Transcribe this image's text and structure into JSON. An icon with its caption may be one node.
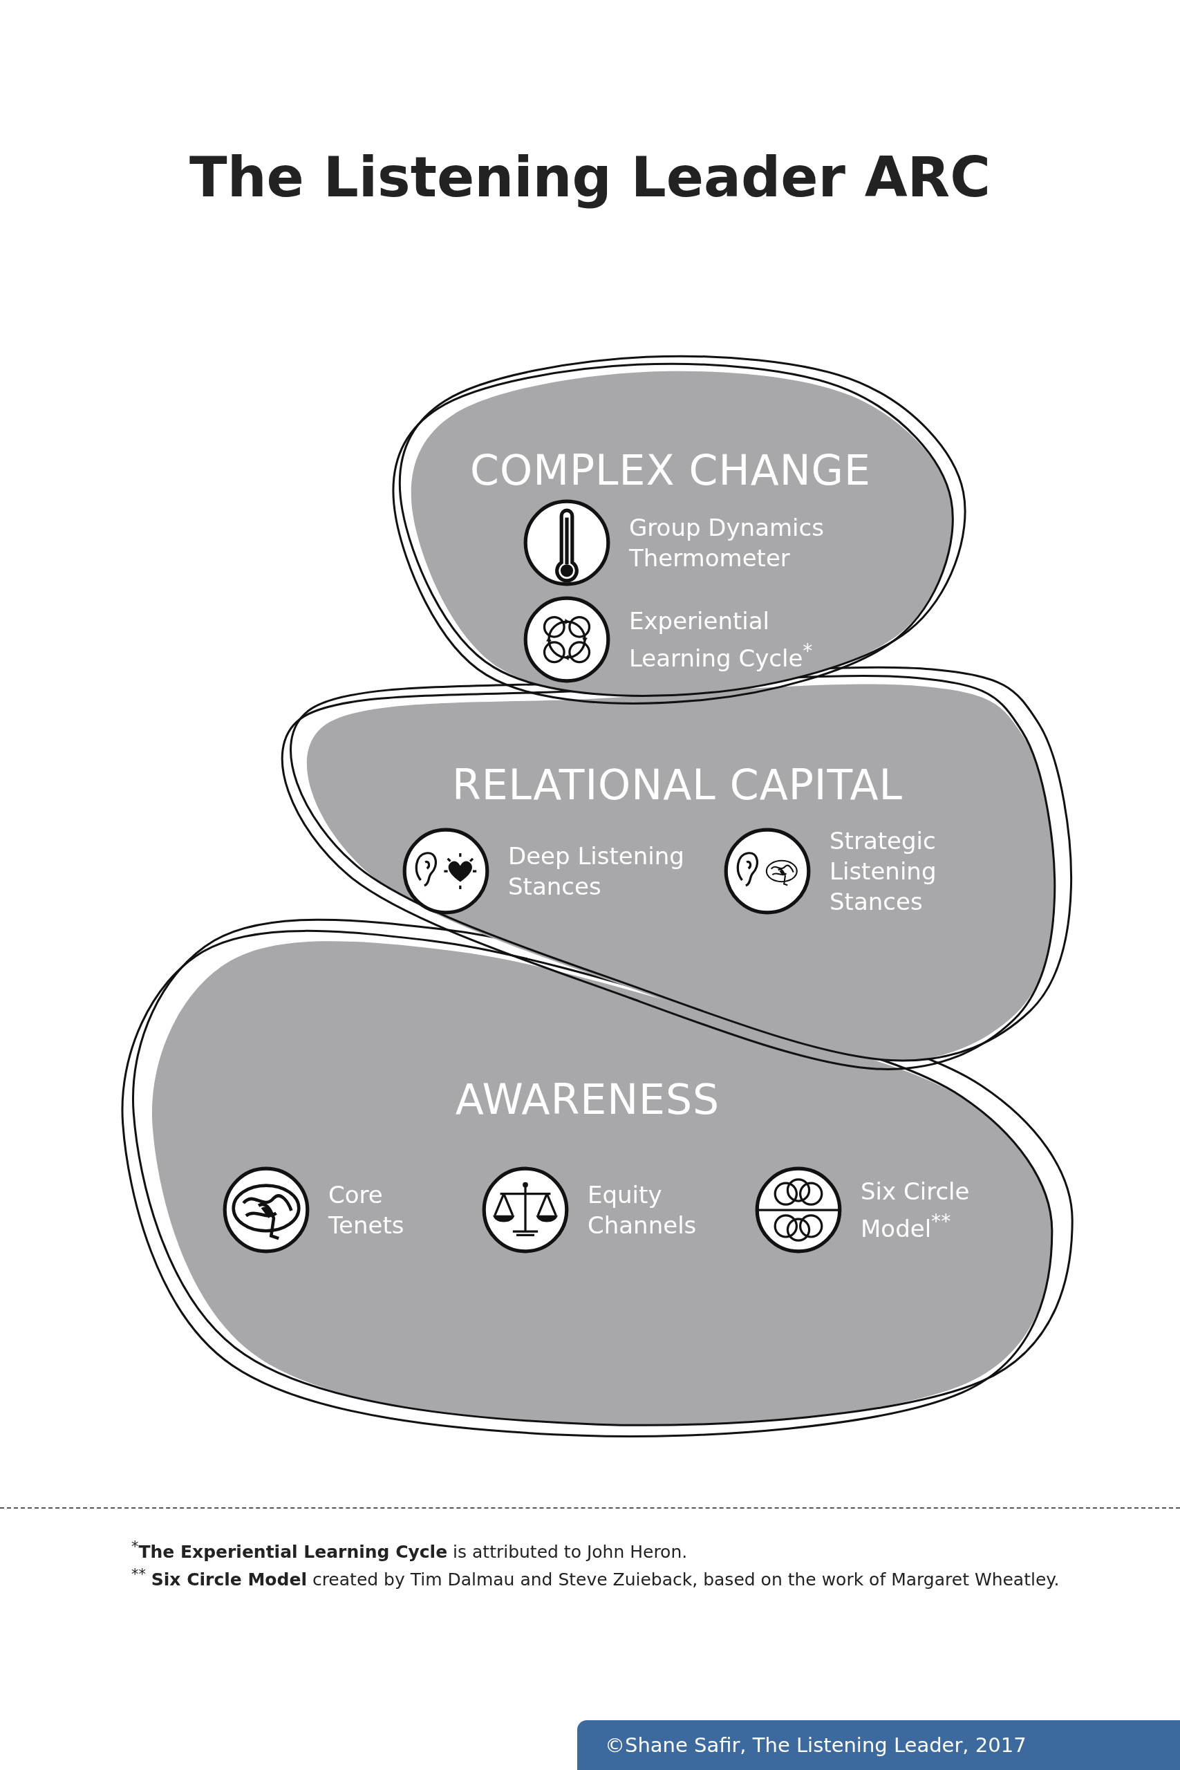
{
  "diagram": {
    "title": "The Listening Leader ARC",
    "nodes": [
      {
        "text": [
          "COMPLEX CHANGE"
        ]
      },
      {
        "text": [
          "Group Dynamics Thermometer"
        ],
        "in": 0
      },
      {
        "text": [
          "Experiential Learning Cycle$^{*}$"
        ],
        "in": 0
      },
      {
        "text": [
          "RELATIONAL CAPITAL"
        ]
      },
      {
        "text": [
          "Deep Listening Stances"
        ],
        "in": 3
      },
      {
        "text": [
          "Strategic Listening Stances"
        ],
        "in": 3
      },
      {
        "text": [
          "AWARENESS"
        ]
      },
      {
        "text": [
          "Core Tenets"
        ],
        "in": 6
      },
      {
        "text": [
          "Equity Channels"
        ],
        "in": 6
      },
      {
        "text": [
          "Six Circle Model$^{**}$"
        ],
        "in": 6
      }
    ],
    "labels": [
      "$^{*}$**The Experiential Learning Cycle** is attributed to John Heron.",
      "$^{**}$ **Six Circle Model** created by Tim Dalmau and Steve Zuieback, based on the work of Margaret Wheatley.",
      "©Shane Safir, The Listening Leader, 2017"
    ]
  }
}
